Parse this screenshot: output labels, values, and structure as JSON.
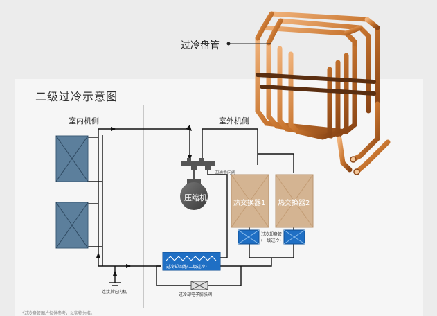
{
  "diagram": {
    "title": "二级过冷示意图",
    "coil_label": "过冷盘管",
    "indoor_label": "室内机侧",
    "outdoor_label": "室外机侧",
    "four_way_valve": "四通换向阀",
    "compressor": "压缩机",
    "heat_exchanger_1": "热交换器1",
    "heat_exchanger_2": "热交换器2",
    "subcool_coil": "过冷却盘管",
    "subcool_coil_note": "(一级过冷)",
    "subcool_circuit": "过冷却回路(二级过冷)",
    "expansion_valve": "过冷却电子膨胀阀",
    "connect_label": "连接其它内机",
    "footnote": "*过冷盘管图片仅供参考，以实物为准。"
  },
  "colors": {
    "background": "#ececec",
    "panel": "#f6f6f6",
    "indoor_unit": "#5c7f9c",
    "heat_exchanger": "#d4b492",
    "subcool_blue": "#1f6fc4",
    "compressor": "#555555",
    "copper": "#c8752f",
    "pipe": "#111111"
  }
}
